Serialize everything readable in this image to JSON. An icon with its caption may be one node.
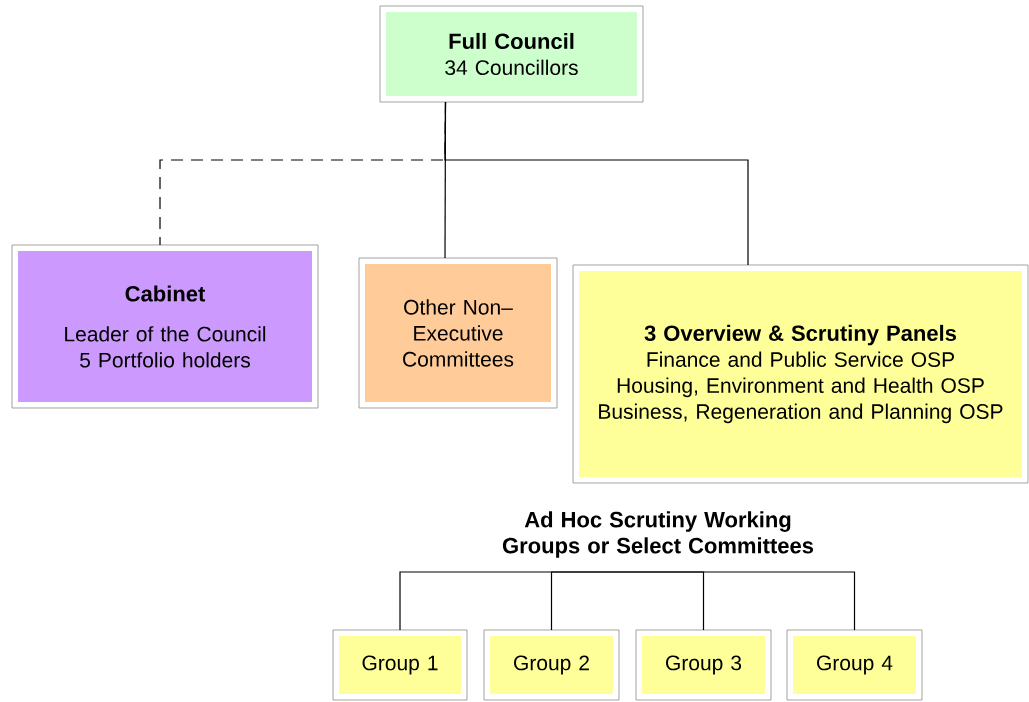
{
  "diagram": {
    "nodes": [
      {
        "text": [
          "Full Council",
          "34 Councillors"
        ]
      },
      {
        "text": [
          "Cabinet",
          "Leader of the Council",
          "5 Portfolio holders"
        ]
      },
      {
        "text": [
          "Other Non–Executive Committees"
        ]
      },
      {
        "text": [
          "3 Overview & Scrutiny Panels",
          "Finance and Public Service OSP",
          "Housing, Environment and Health OSP",
          "Business, Regeneration and Planning OSP"
        ]
      },
      {
        "text": [
          "Ad Hoc Scrutiny Working Groups or Select Committees"
        ]
      },
      {
        "text": [
          "Group 1"
        ]
      },
      {
        "text": [
          "Group 2"
        ]
      },
      {
        "text": [
          "Group 3"
        ]
      },
      {
        "text": [
          "Group 4"
        ]
      }
    ],
    "edges": [
      {
        "from": 0,
        "to": 1,
        "arrow": "none",
        "style": "dashed"
      },
      {
        "from": 0,
        "to": 2,
        "arrow": "none"
      },
      {
        "from": 0,
        "to": 3,
        "arrow": "none"
      },
      {
        "from": 4,
        "to": 5,
        "arrow": "none"
      },
      {
        "from": 4,
        "to": 6,
        "arrow": "none"
      },
      {
        "from": 4,
        "to": 7,
        "arrow": "none"
      },
      {
        "from": 4,
        "to": 8,
        "arrow": "none"
      }
    ]
  }
}
